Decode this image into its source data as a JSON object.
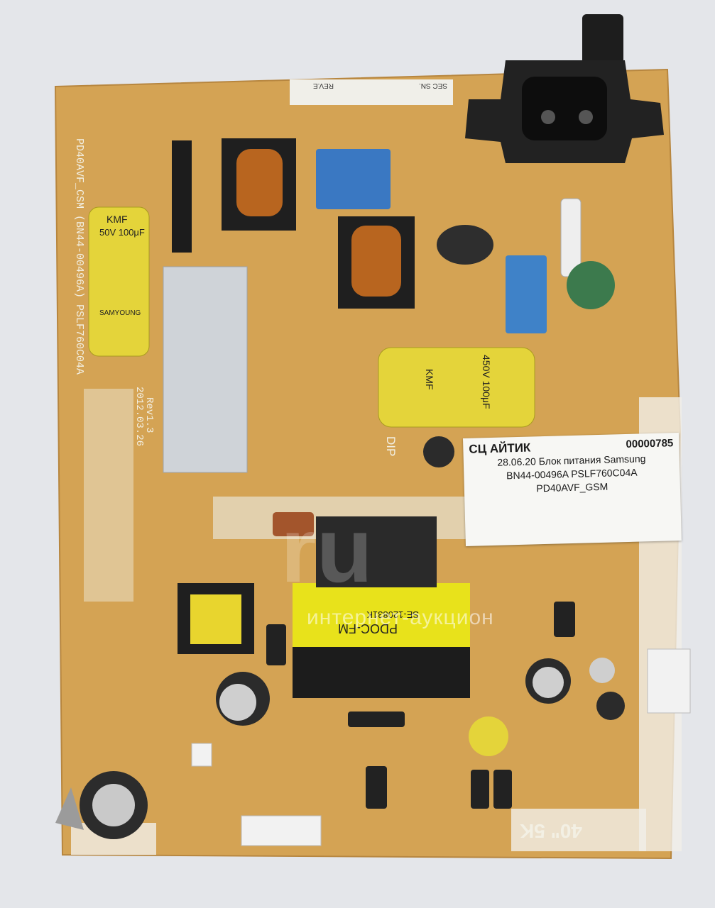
{
  "board": {
    "model_silk": "PD40AVF_CSM (BN44-00496A) PSLF760C04A",
    "rev": "Rev1.3",
    "date": "2012.03.26",
    "sec_sn": "SEC SN.",
    "rev_e": "REV.E",
    "size": "40\" 5K",
    "dip": "DIP"
  },
  "capacitors": {
    "brand": "SAMYOUNG",
    "series": "KMF",
    "rating_small": "50V 100μF",
    "rating_big": "450V 100μF"
  },
  "transformer": {
    "label": "PDOC-FM",
    "code": "SE-120831K"
  },
  "sticker": {
    "company": "СЦ АЙТИК",
    "code": "00000785",
    "line1": "28.06.20 Блок питания Samsung",
    "line2": "BN44-00496A PSLF760C04A",
    "line3": "PD40AVF_GSM"
  },
  "watermark": {
    "text": "интернет-аукцион",
    "big": "ru"
  },
  "colors": {
    "pcb": "#d5a455",
    "capacitor": "#e4d43a",
    "heatsink": "#cfd3d8",
    "inductor": "#2b2b2b",
    "copper": "#b8651f"
  }
}
